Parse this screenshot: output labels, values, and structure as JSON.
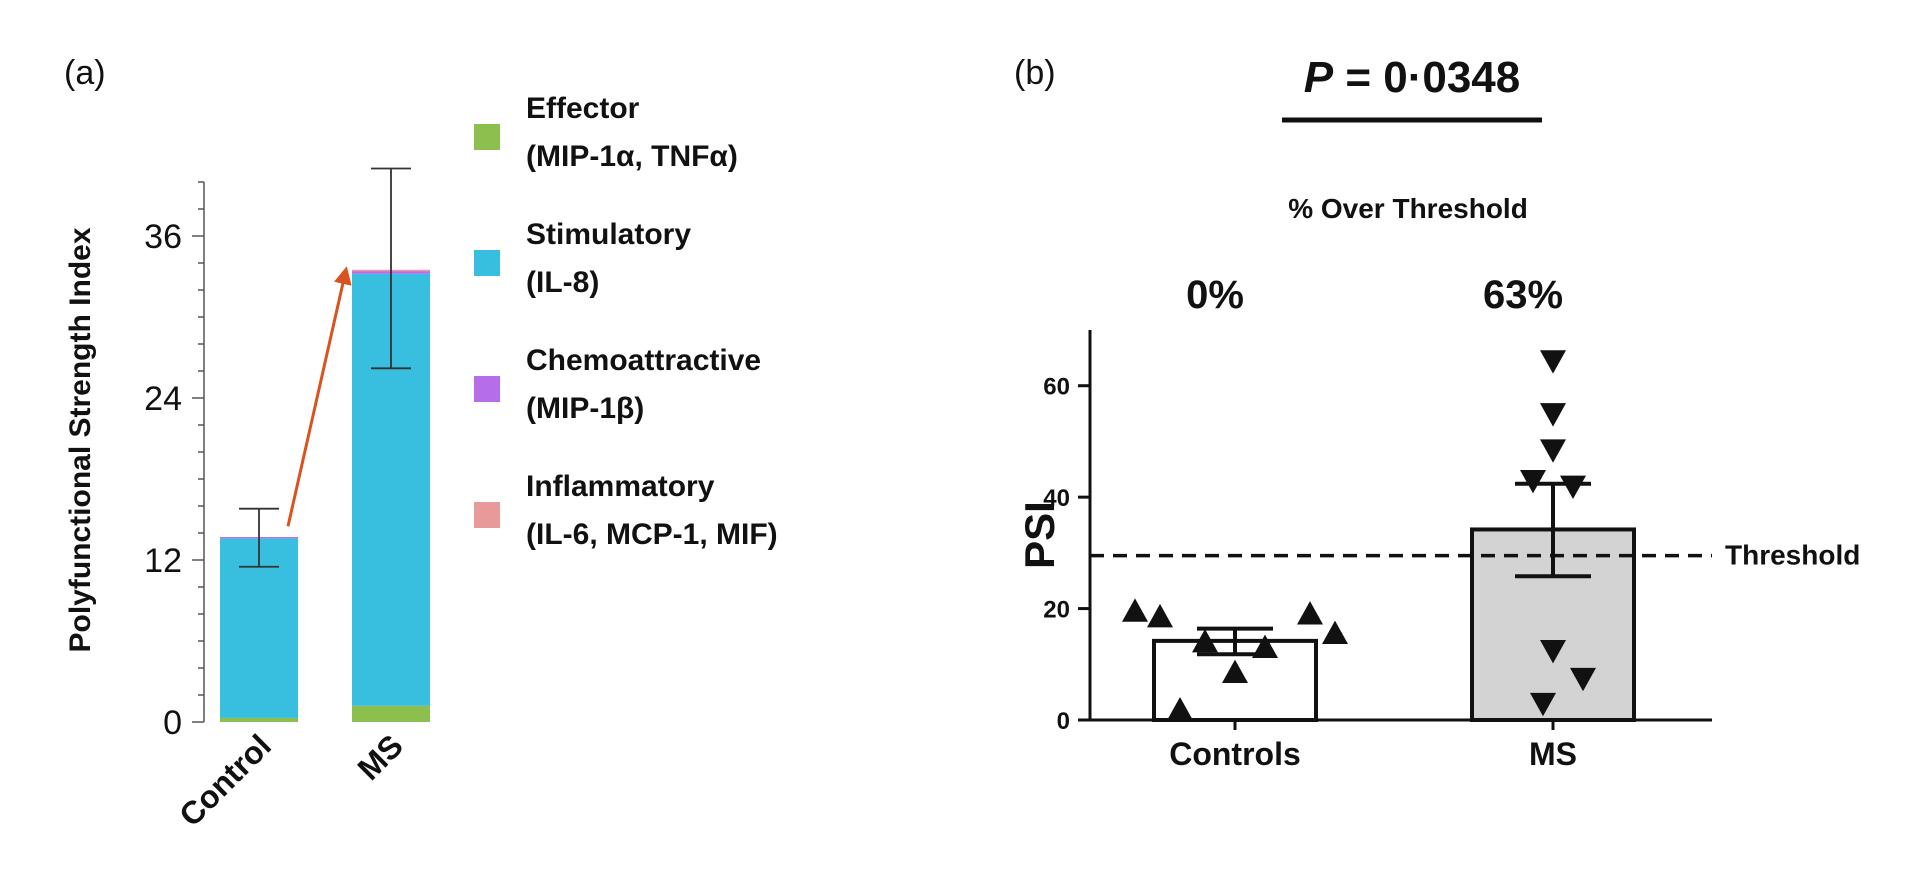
{
  "chart_data": [
    {
      "panel": "(a)",
      "type": "bar",
      "stacked": true,
      "ylabel": "Polyfunctional Strength Index",
      "ylim": [
        0,
        40
      ],
      "yticks": [
        0,
        12,
        24,
        36
      ],
      "categories": [
        "Control",
        "MS"
      ],
      "series": [
        {
          "name": "Effector (MIP-1α, TNFα)",
          "name_lines": [
            "Effector",
            "(MIP-1α, TNFα)"
          ],
          "color": "#8dbf4e",
          "values": [
            0.3,
            1.2
          ]
        },
        {
          "name": "Stimulatory (IL-8)",
          "name_lines": [
            "Stimulatory",
            "(IL-8)"
          ],
          "color": "#38bfe0",
          "values": [
            13.3,
            32.0
          ]
        },
        {
          "name": "Chemoattractive (MIP-1β)",
          "name_lines": [
            "Chemoattractive",
            "(MIP-1β)"
          ],
          "color": "#b56ee8",
          "values": [
            0.1,
            0.2
          ]
        },
        {
          "name": "Inflammatory (IL-6, MCP-1, MIF)",
          "name_lines": [
            "Inflammatory",
            "(IL-6, MCP-1, MIF)"
          ],
          "color": "#e89a9a",
          "values": [
            0.0,
            0.1
          ]
        }
      ],
      "error_bars": [
        {
          "category": "Control",
          "low": 11.5,
          "high": 15.8
        },
        {
          "category": "MS",
          "low": 26.2,
          "high": 41.0
        }
      ],
      "arrow": {
        "from": [
          "Control",
          14.5
        ],
        "to": [
          "MS",
          33.5
        ],
        "color": "#d9531e"
      },
      "legend_placement": "right"
    },
    {
      "panel": "(b)",
      "type": "bar",
      "ylabel": "PSI",
      "ylim": [
        0,
        70
      ],
      "yticks": [
        0,
        20,
        40,
        60
      ],
      "categories": [
        "Controls",
        "MS"
      ],
      "values": [
        14.2,
        34.2
      ],
      "bar_colors": [
        "#ffffff",
        "#d3d3d3"
      ],
      "sem": [
        {
          "low": 11.8,
          "high": 16.4
        },
        {
          "low": 25.8,
          "high": 42.4
        }
      ],
      "points": [
        {
          "category": "Controls",
          "marker": "triangle-up",
          "y": [
            19.5,
            18.5,
            19.0,
            15.5,
            14.0,
            13.0,
            8.5,
            1.8
          ]
        },
        {
          "category": "MS",
          "marker": "triangle-down",
          "y": [
            64.5,
            55.0,
            48.5,
            43.0,
            42.0,
            12.5,
            7.5,
            3.0
          ]
        }
      ],
      "threshold": {
        "value": 29.5,
        "label": "Threshold"
      },
      "over_threshold_title": "% Over Threshold",
      "over_threshold_values": [
        "0%",
        "63%"
      ],
      "p_value": {
        "prefix": "P",
        "text": " = 0·0348"
      }
    }
  ]
}
